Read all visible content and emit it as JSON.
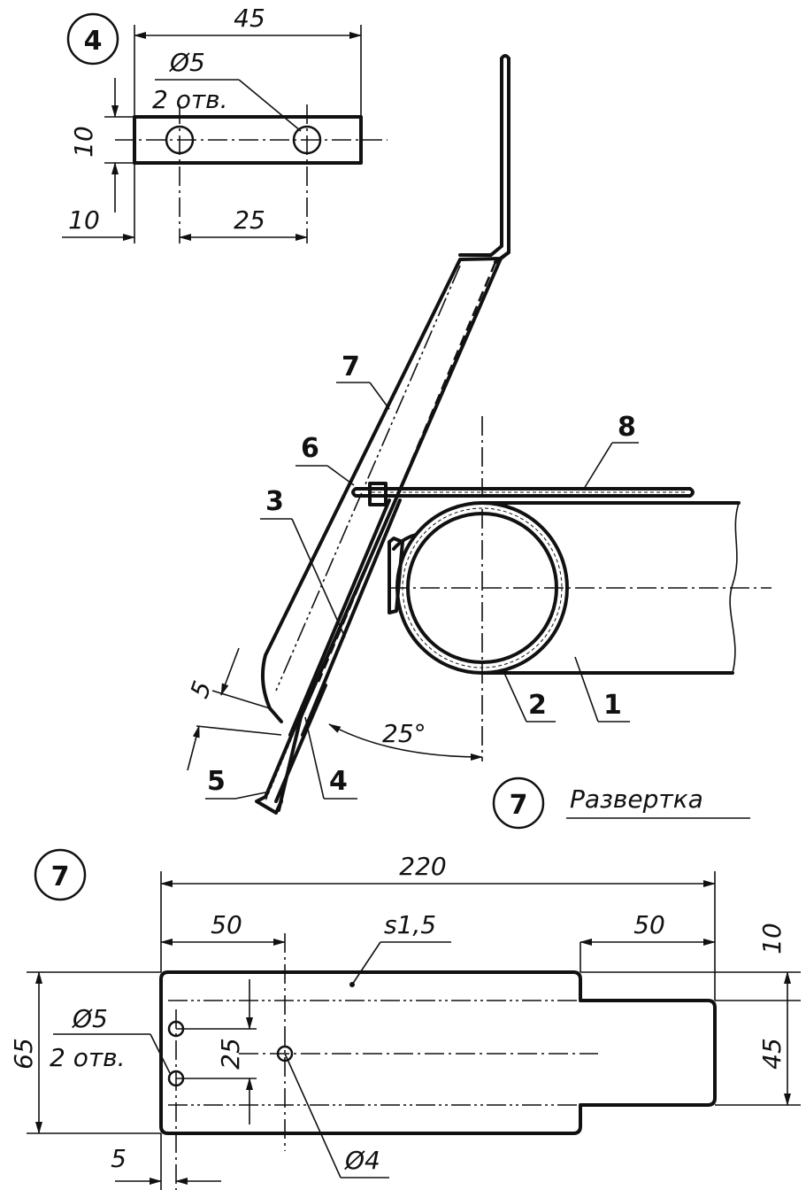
{
  "part4": {
    "number": "4",
    "dim_length": "45",
    "hole_dia": "Ø5",
    "hole_count": "2 отв.",
    "dim_width": "10",
    "dim_edge": "10",
    "dim_spacing": "25"
  },
  "assembly": {
    "callouts": [
      "7",
      "6",
      "3",
      "8",
      "2",
      "1",
      "5",
      "4"
    ],
    "dim_offset": "5",
    "angle": "25°",
    "view_ref": "7",
    "view_caption": "Развертка"
  },
  "part7": {
    "number": "7",
    "dim_total": "220",
    "dim_left": "50",
    "thickness": "s1,5",
    "dim_right": "50",
    "dim_top": "10",
    "dim_height": "65",
    "dim_tab": "45",
    "hole_dia": "Ø5",
    "hole_count": "2 отв.",
    "dim_hole_spacing": "25",
    "dim_edge": "5",
    "hole_center_dia": "Ø4"
  }
}
